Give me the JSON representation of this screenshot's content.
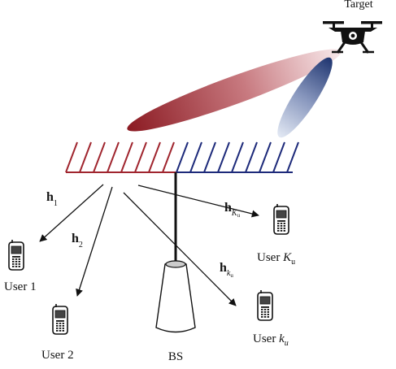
{
  "target": {
    "label": "Target"
  },
  "bs": {
    "label": "BS"
  },
  "users": [
    {
      "prefix": "User ",
      "suffix": "1",
      "suffix_italic": false,
      "suffix_sub": ""
    },
    {
      "prefix": "User ",
      "suffix": "2",
      "suffix_italic": false,
      "suffix_sub": ""
    },
    {
      "prefix": "User ",
      "suffix": "K",
      "suffix_italic": true,
      "suffix_sub": "u"
    },
    {
      "prefix": "User ",
      "suffix": "k",
      "suffix_italic": true,
      "suffix_sub": "u"
    }
  ],
  "channels": [
    {
      "symbol": "h",
      "sub": "1",
      "subsub": ""
    },
    {
      "symbol": "h",
      "sub": "2",
      "subsub": ""
    },
    {
      "symbol": "h",
      "sub": "K",
      "subsub": "u"
    },
    {
      "symbol": "h",
      "sub": "k",
      "subsub": "u"
    }
  ],
  "colors": {
    "array_left": "#a0252e",
    "array_right": "#1d2a7a",
    "beam_comm": "#8b1a22",
    "beam_sense": "#1f3570",
    "arrow": "#111111",
    "phone": "#111111"
  },
  "icons": [
    "drone-icon",
    "phone-icon",
    "base-station-icon"
  ]
}
